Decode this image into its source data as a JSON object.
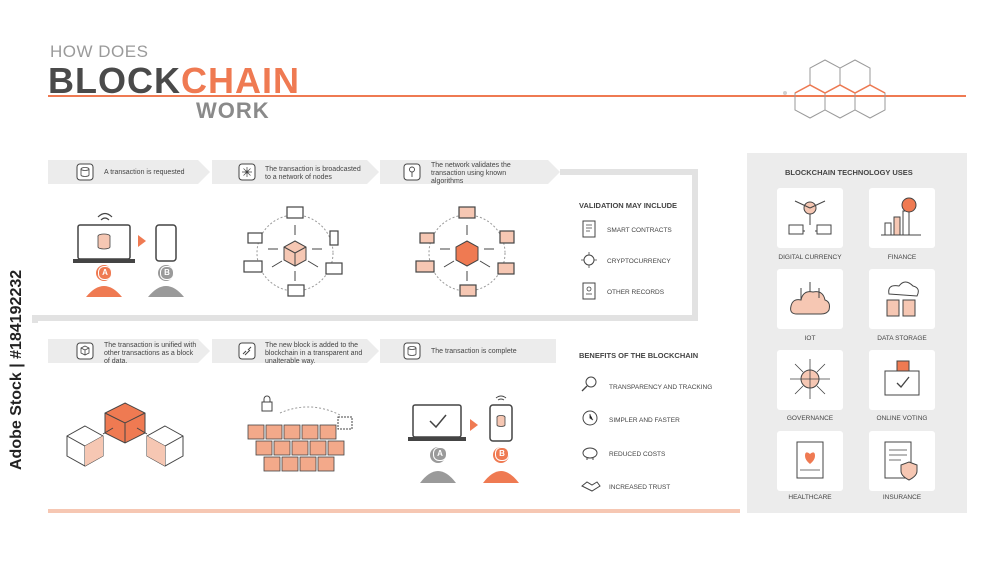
{
  "header": {
    "pre": "HOW DOES",
    "title_a": "BLOCK",
    "title_b": "CHAIN",
    "post": "WORK"
  },
  "steps": [
    {
      "text": "A transaction is requested"
    },
    {
      "text": "The transaction is broadcasted to a network of nodes"
    },
    {
      "text": "The network validates the transaction using known algorithms"
    },
    {
      "text": "The transaction is unified with other transactions as a block of data."
    },
    {
      "text": "The new block is added to the blockchain in a transparent and unalterable way."
    },
    {
      "text": "The transaction is complete"
    }
  ],
  "badges": {
    "a": "A",
    "b": "B"
  },
  "validation": {
    "title": "VALIDATION MAY INCLUDE",
    "items": [
      "SMART CONTRACTS",
      "CRYPTOCURRENCY",
      "OTHER RECORDS"
    ]
  },
  "benefits": {
    "title": "BENEFITS OF THE BLOCKCHAIN",
    "items": [
      "TRANSPARENCY AND TRACKING",
      "SIMPLER AND FASTER",
      "REDUCED COSTS",
      "INCREASED TRUST"
    ]
  },
  "uses": {
    "title": "BLOCKCHAIN TECHNOLOGY USES",
    "items": [
      "DIGITAL CURRENCY",
      "FINANCE",
      "IOT",
      "DATA STORAGE",
      "GOVERNANCE",
      "ONLINE VOTING",
      "HEALTHCARE",
      "INSURANCE"
    ]
  },
  "watermark": "Adobe Stock | #184192232",
  "colors": {
    "accent": "#ef7a52",
    "accent_light": "#f6c7b3",
    "dark": "#4a4a4a",
    "panel": "#ececec"
  }
}
